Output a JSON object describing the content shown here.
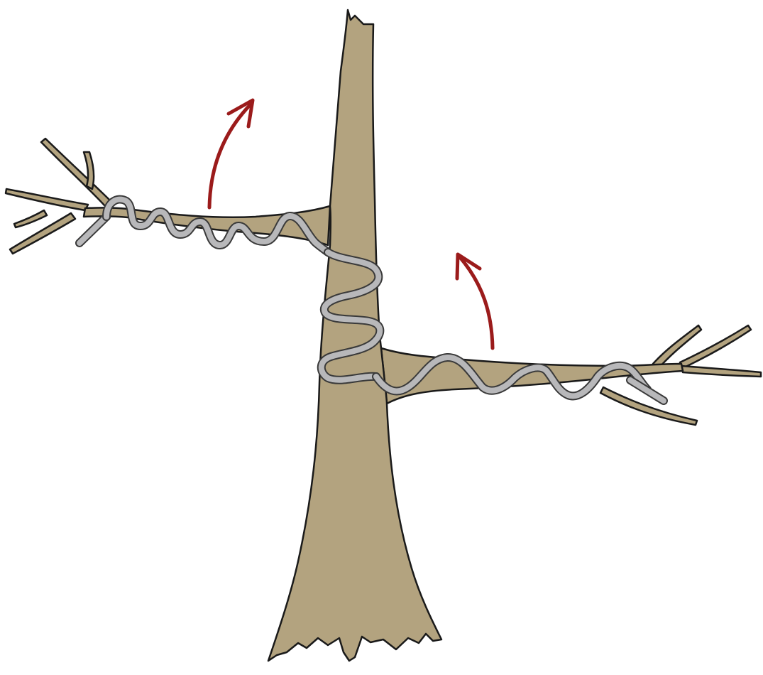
{
  "illustration": {
    "subject": "",
    "colors": {
      "bark": "#b3a37f",
      "outline": "#1a1a1a",
      "wire": "#b8b8ba",
      "wire_outline": "#3a3a3a",
      "arrow": "#9b1b1b",
      "background": "#ffffff"
    },
    "arrows": [
      {
        "id": "left-branch-arrow",
        "direction": "up"
      },
      {
        "id": "right-branch-arrow",
        "direction": "up"
      }
    ]
  }
}
